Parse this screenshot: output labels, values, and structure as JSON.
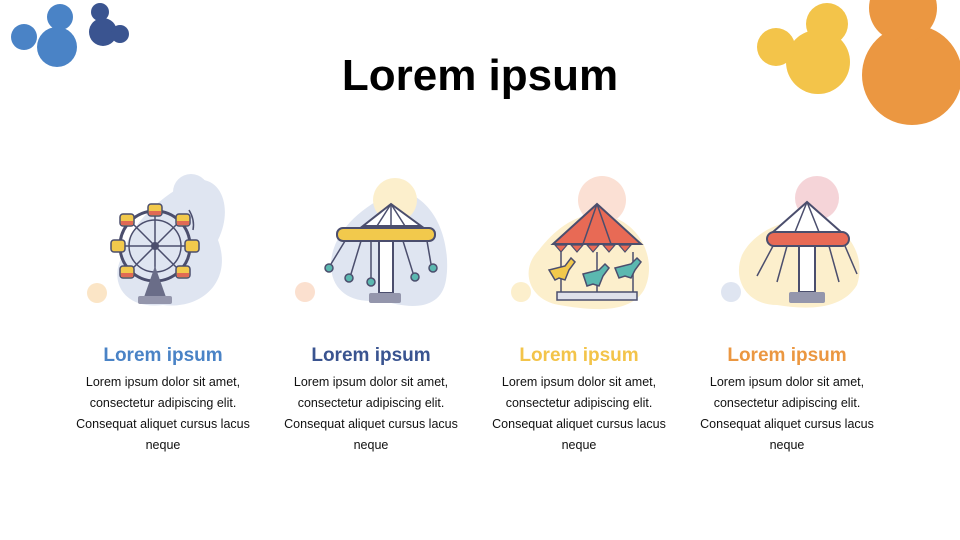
{
  "title": "Lorem ipsum",
  "colors": {
    "blue": "#4a83c6",
    "navy": "#3a5490",
    "yellow": "#f3c44a",
    "orange": "#eb9741"
  },
  "cards": [
    {
      "icon": "ferris-wheel-icon",
      "heading": "Lorem ipsum",
      "heading_color": "#4a83c6",
      "text": "Lorem ipsum dolor sit amet, consectetur adipiscing elit. Consequat aliquet cursus lacus neque"
    },
    {
      "icon": "swing-ride-icon",
      "heading": "Lorem ipsum",
      "heading_color": "#3a5490",
      "text": "Lorem ipsum dolor sit amet, consectetur adipiscing elit. Consequat aliquet cursus lacus neque"
    },
    {
      "icon": "carousel-icon",
      "heading": "Lorem ipsum",
      "heading_color": "#f3c44a",
      "text": "Lorem ipsum dolor sit amet, consectetur adipiscing elit. Consequat aliquet cursus lacus neque"
    },
    {
      "icon": "chair-swing-ride-icon",
      "heading": "Lorem ipsum",
      "heading_color": "#eb9741",
      "text": "Lorem ipsum dolor sit amet, consectetur adipiscing elit. Consequat aliquet cursus lacus neque"
    }
  ]
}
